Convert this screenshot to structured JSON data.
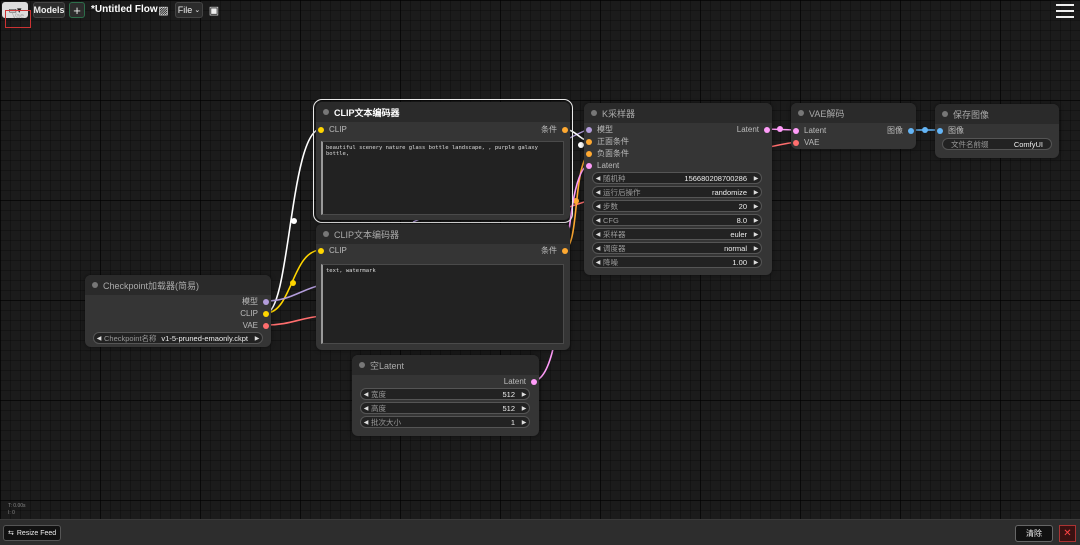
{
  "toolbar": {
    "folder_icon": "folder-icon",
    "models_label": "Models",
    "add_label": "+",
    "flow_title": "*Untitled Flow",
    "image_icon": "image-icon",
    "file_label": "File",
    "save_icon": "save-icon",
    "menu_icon": "hamburger-menu-icon",
    "clipped_label": "Vae"
  },
  "nodes": {
    "clip_pos": {
      "title": "CLIP文本编码器",
      "input_clip": "CLIP",
      "output": "条件",
      "text": "beautiful scenery nature glass bottle landscape, , purple galaxy bottle,"
    },
    "clip_neg": {
      "title": "CLIP文本编码器",
      "input_clip": "CLIP",
      "output": "条件",
      "text": "text, watermark"
    },
    "checkpoint": {
      "title": "Checkpoint加载器(简易)",
      "out_model": "模型",
      "out_clip": "CLIP",
      "out_vae": "VAE",
      "ckpt_label": "Checkpoint名称",
      "ckpt_value": "v1-5-pruned-emaonly.ckpt"
    },
    "latent": {
      "title": "空Latent",
      "output": "Latent",
      "widgets": [
        {
          "label": "宽度",
          "value": "512"
        },
        {
          "label": "高度",
          "value": "512"
        },
        {
          "label": "批次大小",
          "value": "1"
        }
      ]
    },
    "ksampler": {
      "title": "K采样器",
      "in_model": "模型",
      "in_pos": "正面条件",
      "in_neg": "负面条件",
      "in_latent": "Latent",
      "output": "Latent",
      "widgets": [
        {
          "label": "随机种",
          "value": "156680208700286"
        },
        {
          "label": "运行后操作",
          "value": "randomize"
        },
        {
          "label": "步数",
          "value": "20"
        },
        {
          "label": "CFG",
          "value": "8.0"
        },
        {
          "label": "采样器",
          "value": "euler"
        },
        {
          "label": "调度器",
          "value": "normal"
        },
        {
          "label": "降噪",
          "value": "1.00"
        }
      ]
    },
    "vae_decode": {
      "title": "VAE解码",
      "in_latent": "Latent",
      "in_vae": "VAE",
      "output": "图像"
    },
    "save_image": {
      "title": "保存图像",
      "in_image": "图像",
      "prefix_label": "文件名前缀",
      "prefix_value": "ComfyUI"
    }
  },
  "stats": {
    "line1": "T: 0.00s",
    "line2": "I: 0"
  },
  "bottom": {
    "resize_label": "Resize Feed",
    "clear_label": "清除",
    "close_label": "✕"
  },
  "link_colors": {
    "model": "#b39ddb",
    "clip": "#ffd500",
    "vae": "#ff6e6e",
    "conditioning": "#ffa931",
    "latent": "#ff9cf9",
    "image": "#64b5f6"
  }
}
